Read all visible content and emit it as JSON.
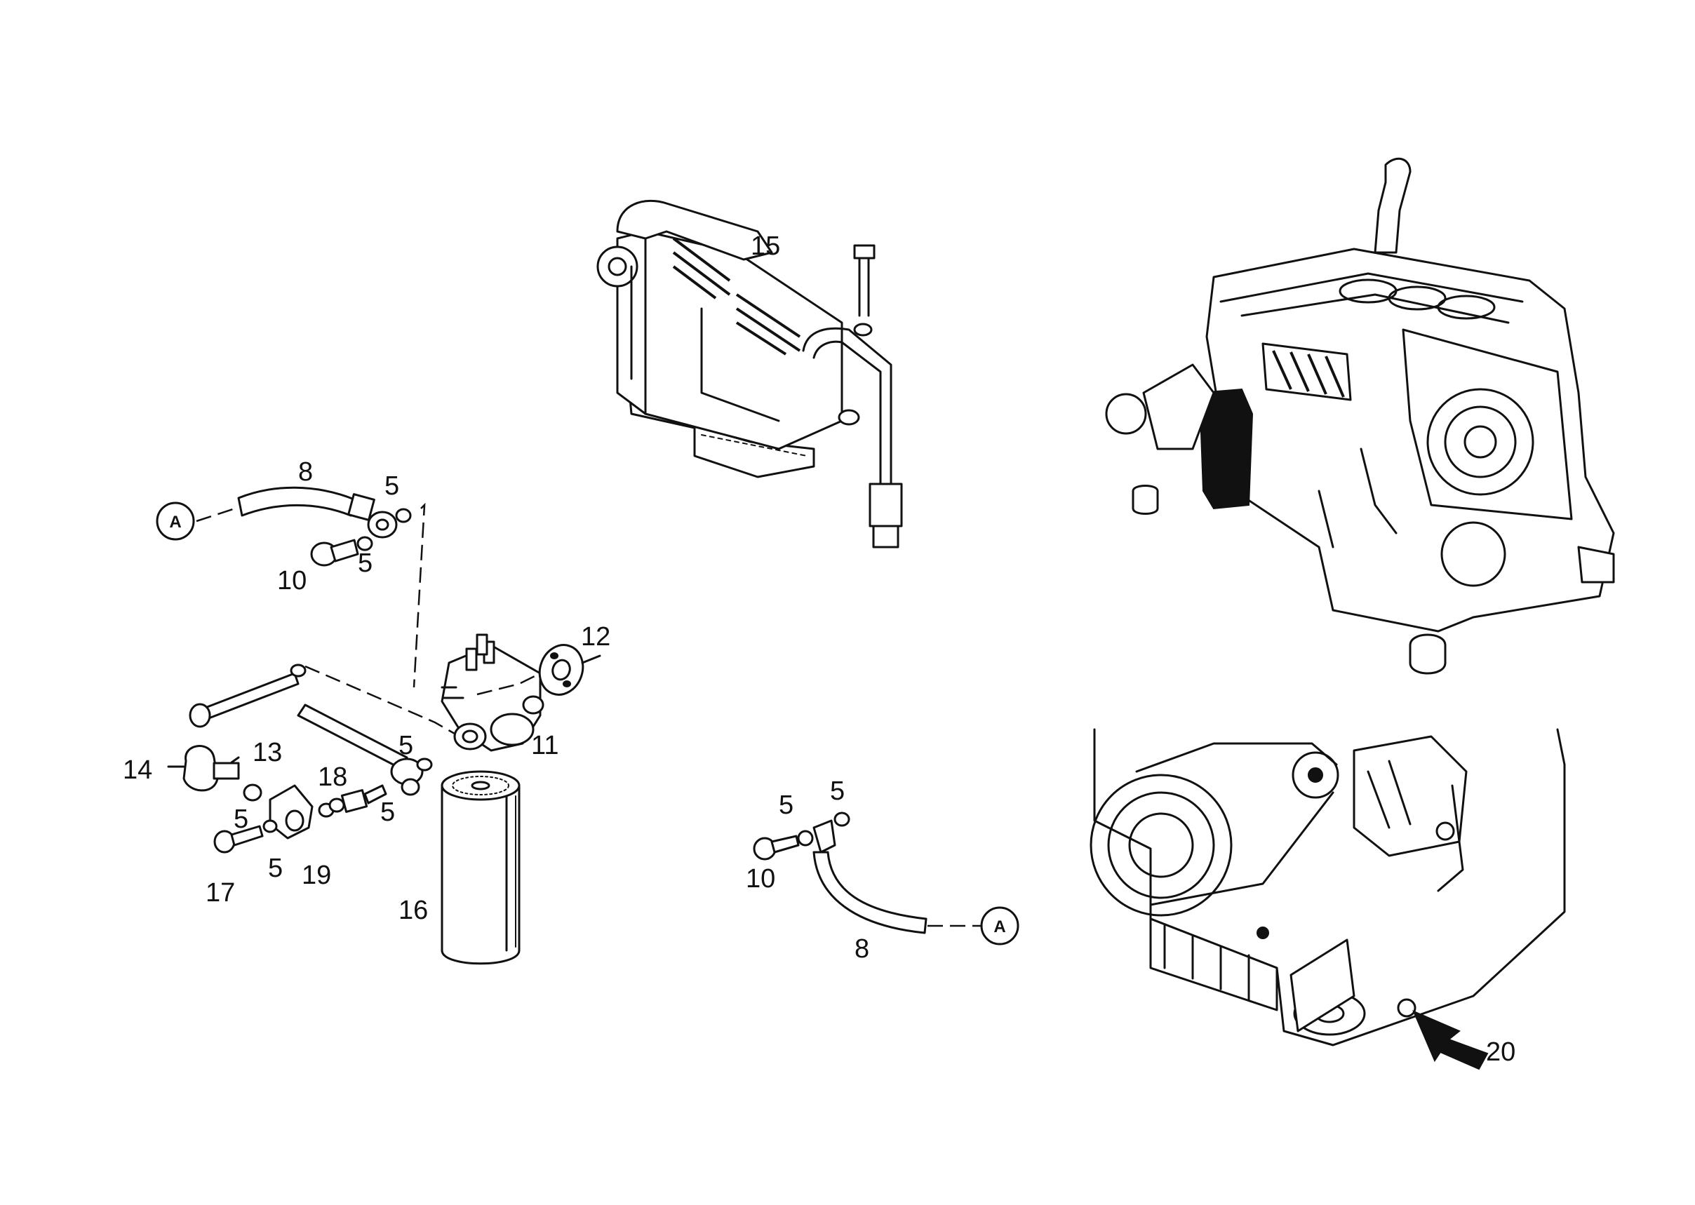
{
  "diagram": {
    "callouts": {
      "c15": "15",
      "c8_top": "8",
      "c5_top_a": "5",
      "c5_top_b": "5",
      "c10_top": "10",
      "c12": "12",
      "c14": "14",
      "c13": "13",
      "c18": "18",
      "c5_mid_a": "5",
      "c5_mid_b": "5",
      "c11": "11",
      "c5_mid_c": "5",
      "c5_low_a": "5",
      "c19": "19",
      "c17": "17",
      "c16": "16",
      "c5_right_a": "5",
      "c5_right_b": "5",
      "c10_right": "10",
      "c8_right": "8",
      "c20": "20"
    },
    "reference_markers": {
      "left": "A",
      "right": "A"
    }
  }
}
